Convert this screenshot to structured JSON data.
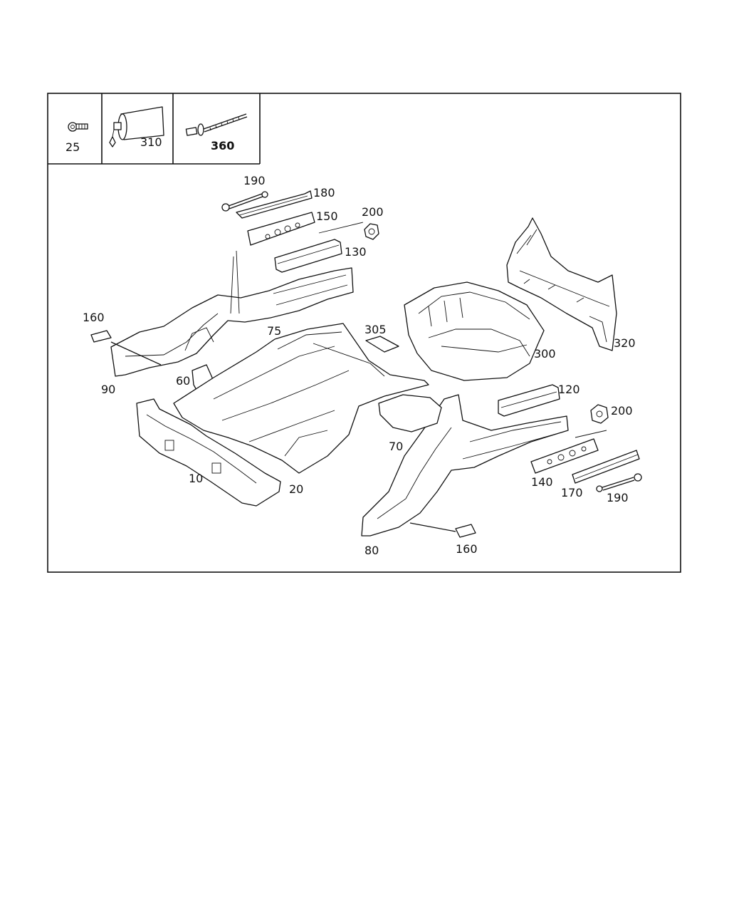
{
  "legend": [
    {
      "id": "25",
      "label": "25",
      "icon": "screw-icon"
    },
    {
      "id": "310",
      "label": "310",
      "icon": "sealant-tube-icon"
    },
    {
      "id": "360",
      "label": "360",
      "icon": "threaded-rod-icon"
    }
  ],
  "callouts": [
    {
      "id": "190-top",
      "label": "190"
    },
    {
      "id": "180",
      "label": "180"
    },
    {
      "id": "150",
      "label": "150"
    },
    {
      "id": "200-top",
      "label": "200"
    },
    {
      "id": "130",
      "label": "130"
    },
    {
      "id": "160-left",
      "label": "160"
    },
    {
      "id": "75",
      "label": "75"
    },
    {
      "id": "305",
      "label": "305"
    },
    {
      "id": "300",
      "label": "300"
    },
    {
      "id": "320",
      "label": "320"
    },
    {
      "id": "90",
      "label": "90"
    },
    {
      "id": "60",
      "label": "60"
    },
    {
      "id": "120",
      "label": "120"
    },
    {
      "id": "200-right",
      "label": "200"
    },
    {
      "id": "70",
      "label": "70"
    },
    {
      "id": "10",
      "label": "10"
    },
    {
      "id": "20",
      "label": "20"
    },
    {
      "id": "140",
      "label": "140"
    },
    {
      "id": "170",
      "label": "170"
    },
    {
      "id": "190-right",
      "label": "190"
    },
    {
      "id": "80",
      "label": "80"
    },
    {
      "id": "160-bottom",
      "label": "160"
    }
  ]
}
